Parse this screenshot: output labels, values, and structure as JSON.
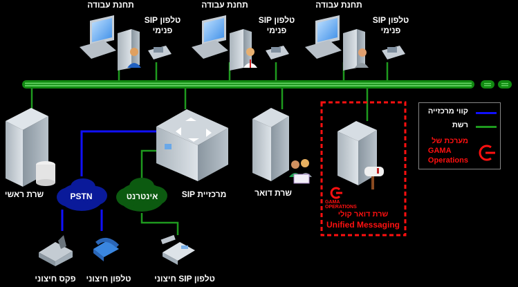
{
  "diagram": {
    "workstations": [
      {
        "label": "תחנת עבודה",
        "phone_label_line1": "טלפון SIP",
        "phone_label_line2": "פנימי"
      },
      {
        "label": "תחנת עבודה",
        "phone_label_line1": "טלפון SIP",
        "phone_label_line2": "פנימי"
      },
      {
        "label": "תחנת עבודה",
        "phone_label_line1": "טלפון SIP",
        "phone_label_line2": "פנימי"
      }
    ],
    "servers": {
      "main_server": "שרת ראשי",
      "sip_pbx": "מרכזיית SIP",
      "mail_server": "שרת דואר",
      "voice_mail_line1": "שרת דואר קולי",
      "voice_mail_line2": "Unified Messaging"
    },
    "clouds": {
      "pstn": "PSTN",
      "internet": "אינטרנט"
    },
    "external": {
      "fax": "פקס חיצוני",
      "phone": "טלפון חיצוני",
      "sip_phone": "טלפון SIP חיצוני"
    },
    "gama_logo_text_line1": "GAMA",
    "gama_logo_text_line2": "OPERATIONS",
    "legend": {
      "trunk_lines": "קווי מרכזייה",
      "network": "רשת",
      "system_of_line1": "מערכת של",
      "system_of_line2": "GAMA",
      "system_of_line3": "Operations"
    },
    "colors": {
      "network": "#1e9a1e",
      "trunk": "#1010ff",
      "gama": "#ff1010",
      "background": "#000000"
    }
  }
}
